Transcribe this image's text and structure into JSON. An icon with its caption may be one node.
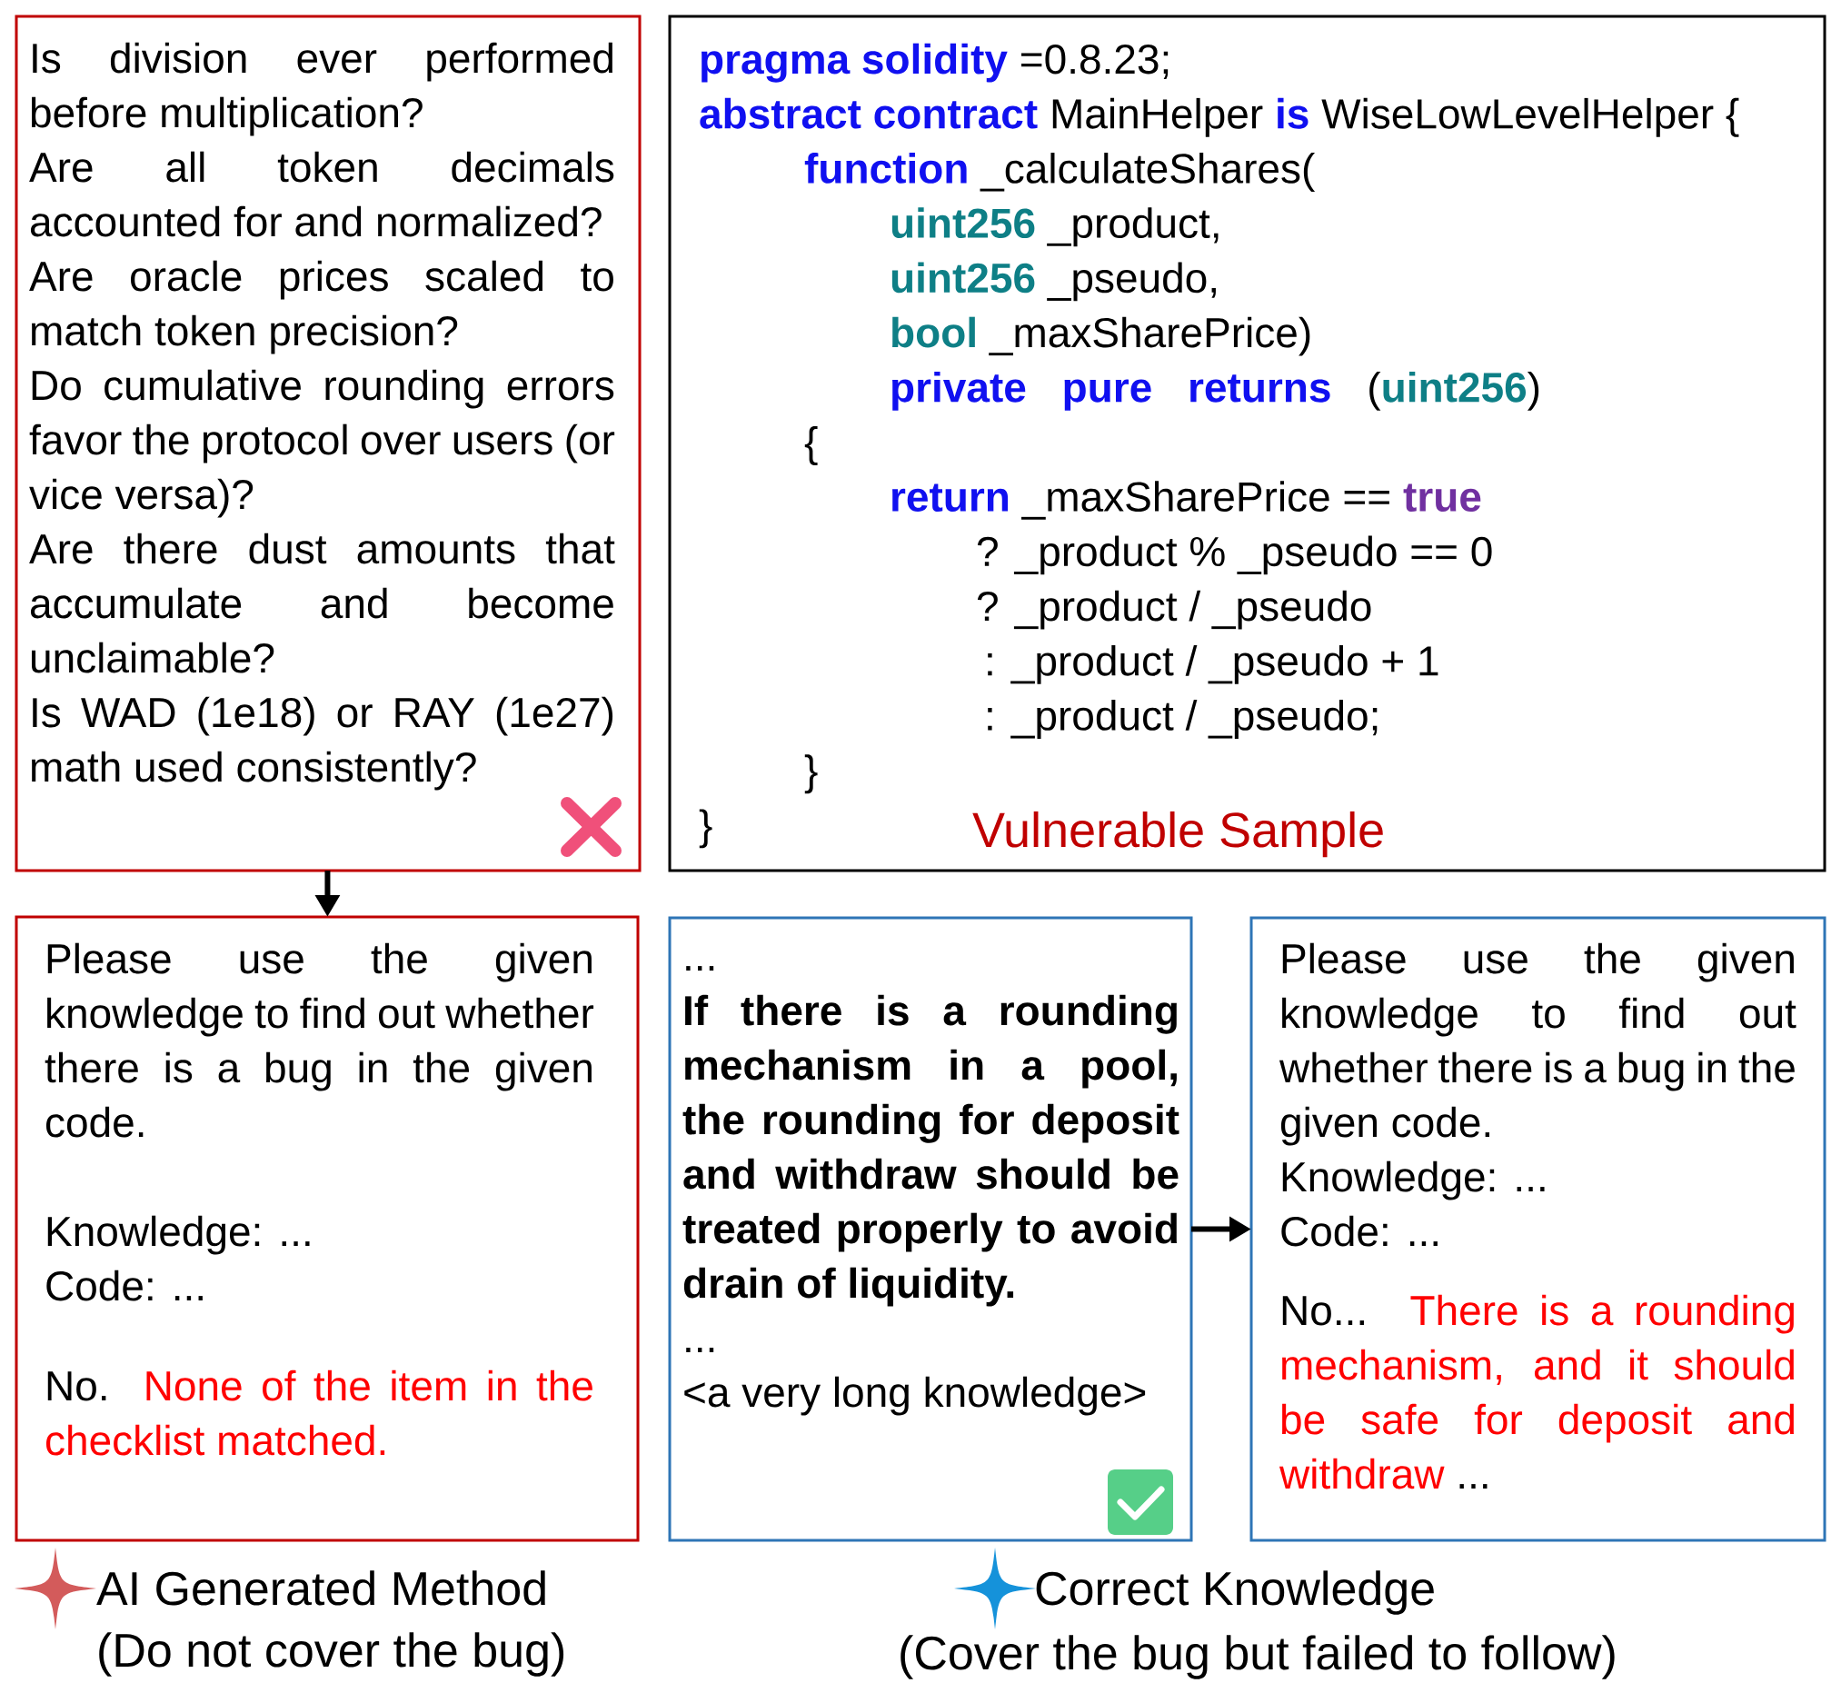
{
  "diagram": {
    "nodes": [
      {
        "text": [
          "Is division ever performed before multiplication?",
          "Are all token decimals accounted for and normalized?",
          "Are oracle prices scaled to match token precision?",
          "Do cumulative rounding errors favor the protocol over users (or vice versa)?",
          "Are there dust amounts that accumulate and become unclaimable?",
          "Is WAD (1e18) or RAY (1e27) math used consistently?"
        ]
      },
      {
        "text": [
          "**pragma solidity** =0.8.23;",
          "**abstract contract** MainHelper **is** WiseLowLevelHelper {",
          "**function** _calculateShares(",
          "**uint256** _product,",
          "**uint256** _pseudo,",
          "**bool** _maxSharePrice)",
          "**private pure returns** (**uint256**)",
          "{",
          "**return** _maxSharePrice == **true**",
          "? _product % _pseudo == 0",
          "? _product / _pseudo",
          ": _product / _pseudo + 1",
          ": _product / _pseudo;",
          "}",
          "}",
          "Vulnerable Sample"
        ]
      },
      {
        "text": [
          "Please use the given knowledge to find out whether there is a bug in the given code.",
          "Knowledge: ...",
          "Code: ...",
          "No.",
          "None of the item in the checklist matched."
        ]
      },
      {
        "text": [
          "...",
          "If there is a rounding mechanism in a pool, the rounding for deposit and withdraw should be treated properly to avoid drain of liquidity.",
          "...",
          "<a very long knowledge>"
        ]
      },
      {
        "text": [
          "Please use the given knowledge to find out whether there is a bug in the given code.",
          "Knowledge: ...",
          "Code: ...",
          "No...",
          "There is a rounding mechanism, and it should be safe for deposit and withdraw",
          "..."
        ]
      }
    ],
    "edges": [
      {
        "from": 0,
        "to": 2,
        "arrow": "to"
      },
      {
        "from": 3,
        "to": 4,
        "arrow": "to"
      }
    ],
    "labels": [
      "AI Generated Method",
      "(Do not cover the bug)",
      "Correct Knowledge",
      "(Cover the bug but failed to follow)"
    ]
  }
}
